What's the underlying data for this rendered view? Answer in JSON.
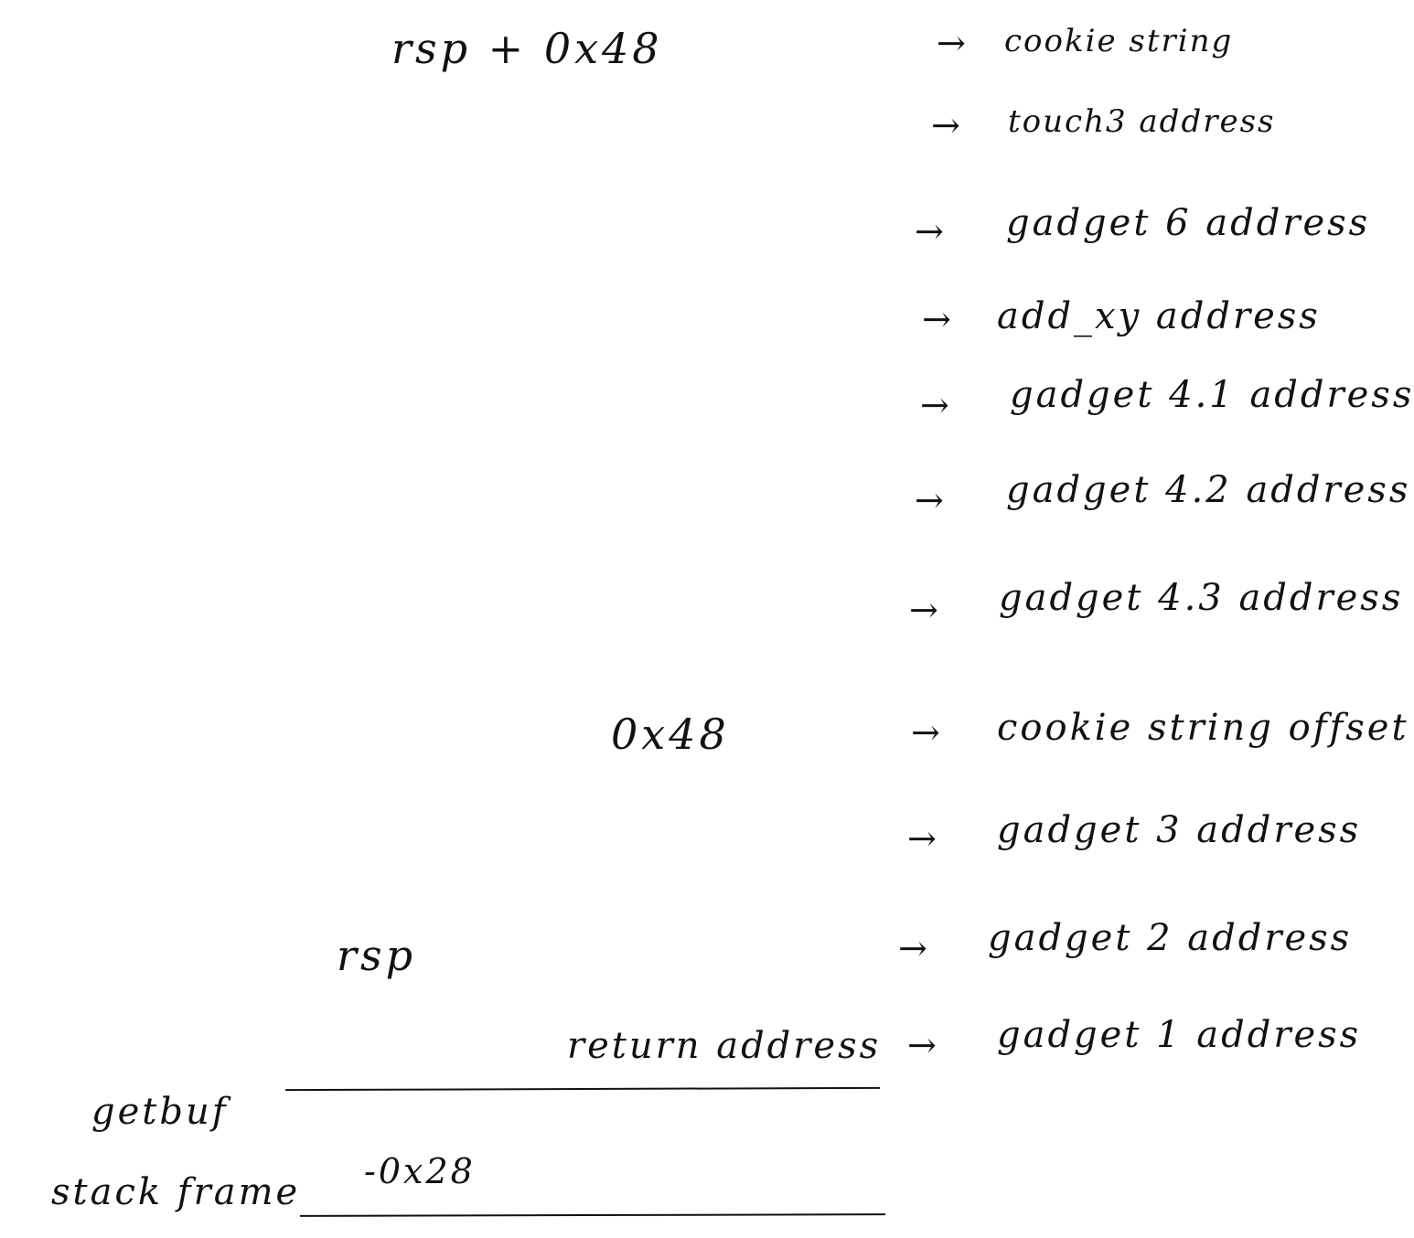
{
  "left_labels": {
    "rsp_plus": "rsp + 0x48",
    "offset_0x48": "0x48",
    "rsp": "rsp",
    "return_address": "return address",
    "getbuf": "getbuf",
    "stack_frame": "stack frame",
    "neg_offset": "-0x28"
  },
  "stack_items": [
    {
      "arrow": "→",
      "label": "cookie string"
    },
    {
      "arrow": "→",
      "label": "touch3 address"
    },
    {
      "arrow": "→",
      "label": "gadget 6 address"
    },
    {
      "arrow": "→",
      "label": "add_xy address"
    },
    {
      "arrow": "→",
      "label": "gadget 4.1 address"
    },
    {
      "arrow": "→",
      "label": "gadget 4.2 address"
    },
    {
      "arrow": "→",
      "label": "gadget 4.3 address"
    },
    {
      "arrow": "→",
      "label": "cookie string offset"
    },
    {
      "arrow": "→",
      "label": "gadget 3 address"
    },
    {
      "arrow": "→",
      "label": "gadget 2 address"
    },
    {
      "arrow": "→",
      "label": "gadget 1 address"
    }
  ]
}
